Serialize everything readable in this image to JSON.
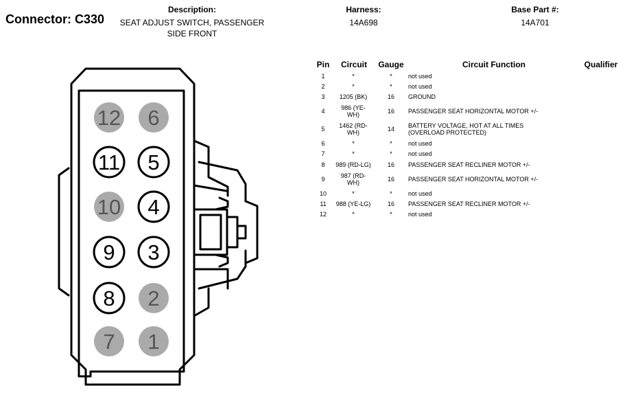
{
  "header": {
    "connector_label": "Connector: C330",
    "description_label": "Description:",
    "description_line1": "SEAT ADJUST SWITCH, PASSENGER",
    "description_line2": "SIDE FRONT",
    "harness_label": "Harness:",
    "harness_value": "14A698",
    "base_part_label": "Base Part #:",
    "base_part_value": "14A701"
  },
  "table": {
    "headers": {
      "pin": "Pin",
      "circuit": "Circuit",
      "gauge": "Gauge",
      "function": "Circuit Function",
      "qualifier": "Qualifier"
    },
    "rows": [
      {
        "pin": "1",
        "circuit_l1": "*",
        "circuit_l2": "",
        "gauge": "*",
        "function_l1": "not used",
        "function_l2": ""
      },
      {
        "pin": "2",
        "circuit_l1": "*",
        "circuit_l2": "",
        "gauge": "*",
        "function_l1": "not used",
        "function_l2": ""
      },
      {
        "pin": "3",
        "circuit_l1": "1205 (BK)",
        "circuit_l2": "",
        "gauge": "16",
        "function_l1": "GROUND",
        "function_l2": ""
      },
      {
        "pin": "4",
        "circuit_l1": "986 (YE-",
        "circuit_l2": "WH)",
        "gauge": "16",
        "function_l1": "PASSENGER SEAT HORIZONTAL MOTOR +/-",
        "function_l2": ""
      },
      {
        "pin": "5",
        "circuit_l1": "1462 (RD-",
        "circuit_l2": "WH)",
        "gauge": "14",
        "function_l1": "BATTERY VOLTAGE, HOT AT ALL TIMES",
        "function_l2": "(OVERLOAD PROTECTED)"
      },
      {
        "pin": "6",
        "circuit_l1": "*",
        "circuit_l2": "",
        "gauge": "*",
        "function_l1": "not used",
        "function_l2": ""
      },
      {
        "pin": "7",
        "circuit_l1": "*",
        "circuit_l2": "",
        "gauge": "*",
        "function_l1": "not used",
        "function_l2": ""
      },
      {
        "pin": "8",
        "circuit_l1": "989 (RD-LG)",
        "circuit_l2": "",
        "gauge": "16",
        "function_l1": "PASSENGER SEAT RECLINER MOTOR +/-",
        "function_l2": ""
      },
      {
        "pin": "9",
        "circuit_l1": "987 (RD-",
        "circuit_l2": "WH)",
        "gauge": "16",
        "function_l1": "PASSENGER SEAT HORIZONTAL MOTOR +/-",
        "function_l2": ""
      },
      {
        "pin": "10",
        "circuit_l1": "*",
        "circuit_l2": "",
        "gauge": "*",
        "function_l1": "not used",
        "function_l2": ""
      },
      {
        "pin": "11",
        "circuit_l1": "988 (YE-LG)",
        "circuit_l2": "",
        "gauge": "16",
        "function_l1": "PASSENGER SEAT RECLINER MOTOR +/-",
        "function_l2": ""
      },
      {
        "pin": "12",
        "circuit_l1": "*",
        "circuit_l2": "",
        "gauge": "*",
        "function_l1": "not used",
        "function_l2": ""
      }
    ]
  },
  "connector_pins": [
    {
      "label": "12",
      "used": false
    },
    {
      "label": "6",
      "used": false
    },
    {
      "label": "11",
      "used": true
    },
    {
      "label": "5",
      "used": true
    },
    {
      "label": "10",
      "used": false
    },
    {
      "label": "4",
      "used": true
    },
    {
      "label": "9",
      "used": true
    },
    {
      "label": "3",
      "used": true
    },
    {
      "label": "8",
      "used": true
    },
    {
      "label": "2",
      "used": false
    },
    {
      "label": "7",
      "used": false
    },
    {
      "label": "1",
      "used": false
    }
  ],
  "colors": {
    "unused_pin_fill": "#aaaaaa",
    "used_pin_stroke": "#000000",
    "outline": "#000000"
  }
}
